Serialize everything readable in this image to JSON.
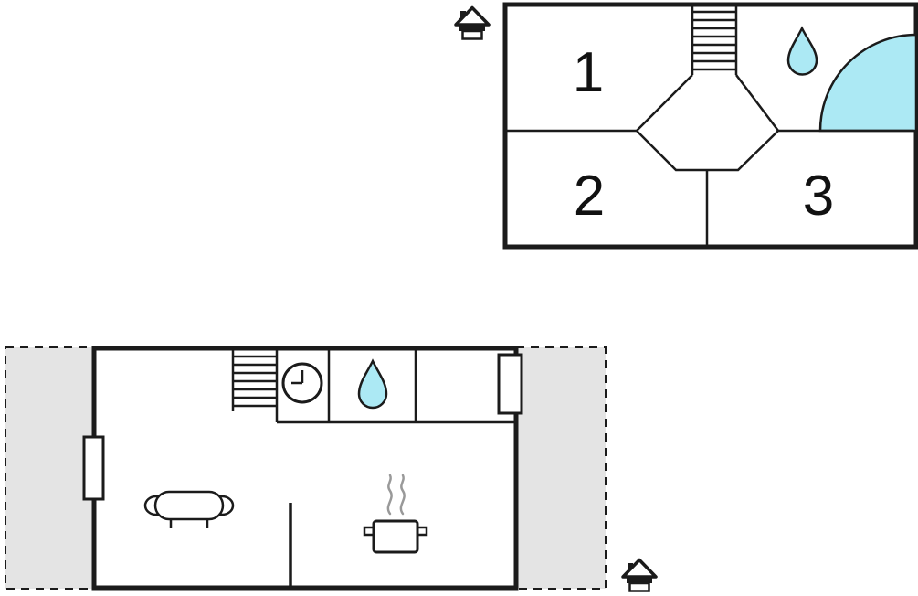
{
  "plan": {
    "upper": {
      "rooms": [
        {
          "label": "1"
        },
        {
          "label": "2"
        },
        {
          "label": "3"
        }
      ]
    },
    "lower": {
      "rooms": []
    }
  },
  "colors": {
    "water": "#ace9f4",
    "terrace": "#e4e4e4",
    "wall": "#1b1b1b",
    "steam": "#999999"
  },
  "icons": {
    "entrance": "house-icon",
    "staircase": "staircase-icon",
    "water_drop": "water-drop-icon",
    "corner_shower": "corner-shower-icon",
    "clock": "clock-icon",
    "sofa": "sofa-icon",
    "stove": "steaming-pot-icon",
    "window": "window-opening-icon",
    "door": "door-opening-icon"
  }
}
